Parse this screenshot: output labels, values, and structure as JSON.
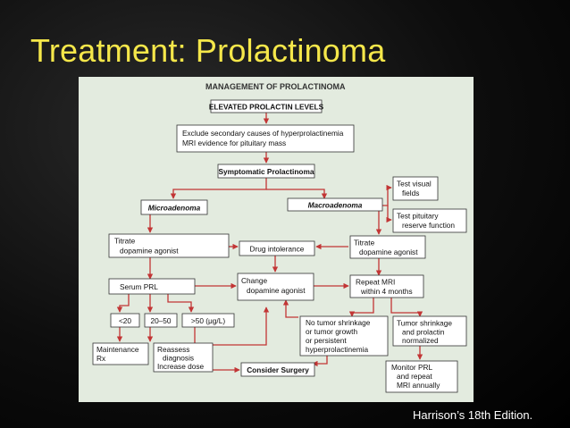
{
  "slide": {
    "title": "Treatment: Prolactinoma",
    "citation": "Harrison’s 18th Edition."
  },
  "diagram": {
    "heading": "MANAGEMENT OF PROLACTINOMA",
    "nodes": {
      "elevated": [
        "ELEVATED PROLACTIN LEVELS"
      ],
      "exclude": [
        "Exclude secondary causes of hyperprolactinemia",
        "MRI evidence for pituitary mass"
      ],
      "symptomatic": [
        "Symptomatic Prolactinoma"
      ],
      "micro": [
        "Microadenoma"
      ],
      "macro": [
        "Macroadenoma"
      ],
      "test_visual": [
        "Test visual",
        "fields"
      ],
      "test_pituitary": [
        "Test pituitary",
        "reserve function"
      ],
      "titrate_left": [
        "Titrate",
        "dopamine agonist"
      ],
      "drug_intolerance": [
        "Drug intolerance"
      ],
      "titrate_right": [
        "Titrate",
        "dopamine agonist"
      ],
      "serum_prl": [
        "Serum PRL"
      ],
      "change": [
        "Change",
        "dopamine agonist"
      ],
      "repeat_mri": [
        "Repeat MRI",
        "within 4 months"
      ],
      "lt20": [
        "<20"
      ],
      "r20_50": [
        "20–50"
      ],
      "gt50": [
        ">50 (μg/L)"
      ],
      "no_shrink": [
        "No tumor shrinkage",
        "or tumor growth",
        "or persistent",
        "hyperprolactinemia"
      ],
      "shrink": [
        "Tumor shrinkage",
        "and prolactin",
        "normalized"
      ],
      "maintenance": [
        "Maintenance",
        "Rx"
      ],
      "reassess": [
        "Reassess",
        "diagnosis",
        "Increase dose"
      ],
      "surgery": [
        "Consider Surgery"
      ],
      "monitor": [
        "Monitor PRL",
        "and repeat",
        "MRI annually"
      ]
    }
  }
}
